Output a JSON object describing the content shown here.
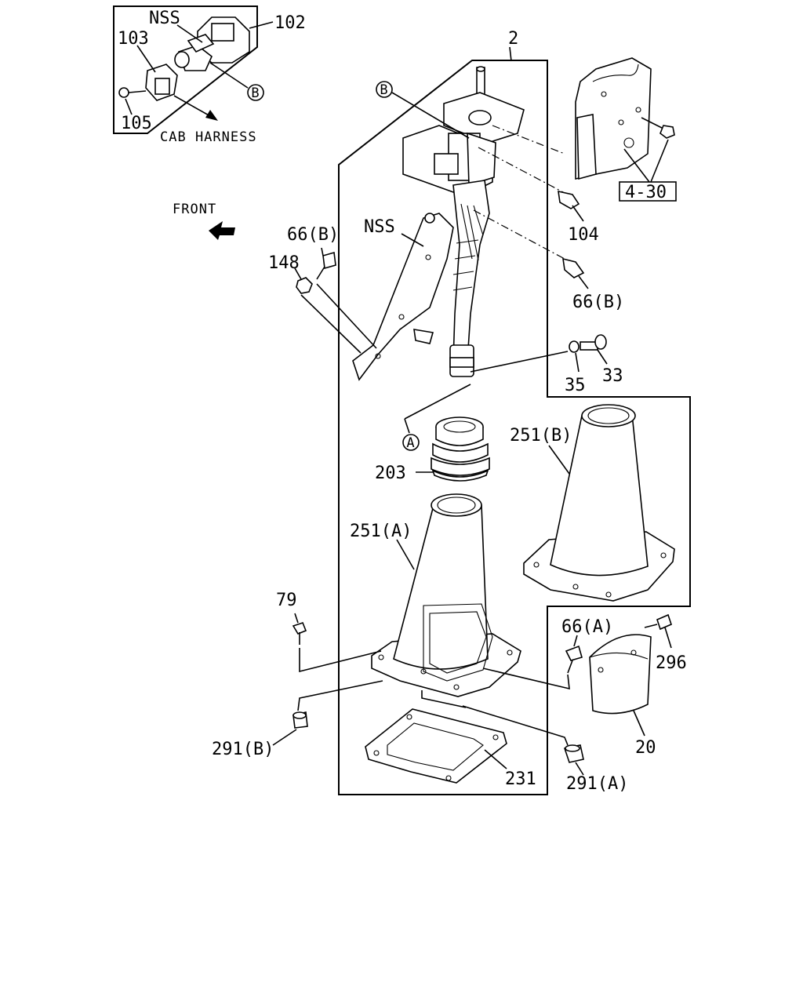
{
  "labels": {
    "nss_inset": "NSS",
    "p102": "102",
    "p103": "103",
    "p105": "105",
    "cab_harness": "CAB HARNESS",
    "p2": "2",
    "ref_b_top": "B",
    "ref_b_inset": "B",
    "p4_30": "4-30",
    "front": "FRONT",
    "p104": "104",
    "nss_main": "NSS",
    "p66b_top": "66(B)",
    "p148": "148",
    "p66b_right": "66(B)",
    "p35": "35",
    "p33": "33",
    "ref_a": "A",
    "p251b": "251(B)",
    "p203": "203",
    "p251a": "251(A)",
    "p79": "79",
    "p66a": "66(A)",
    "p296": "296",
    "p291b": "291(B)",
    "p231": "231",
    "p291a": "291(A)",
    "p20": "20"
  }
}
